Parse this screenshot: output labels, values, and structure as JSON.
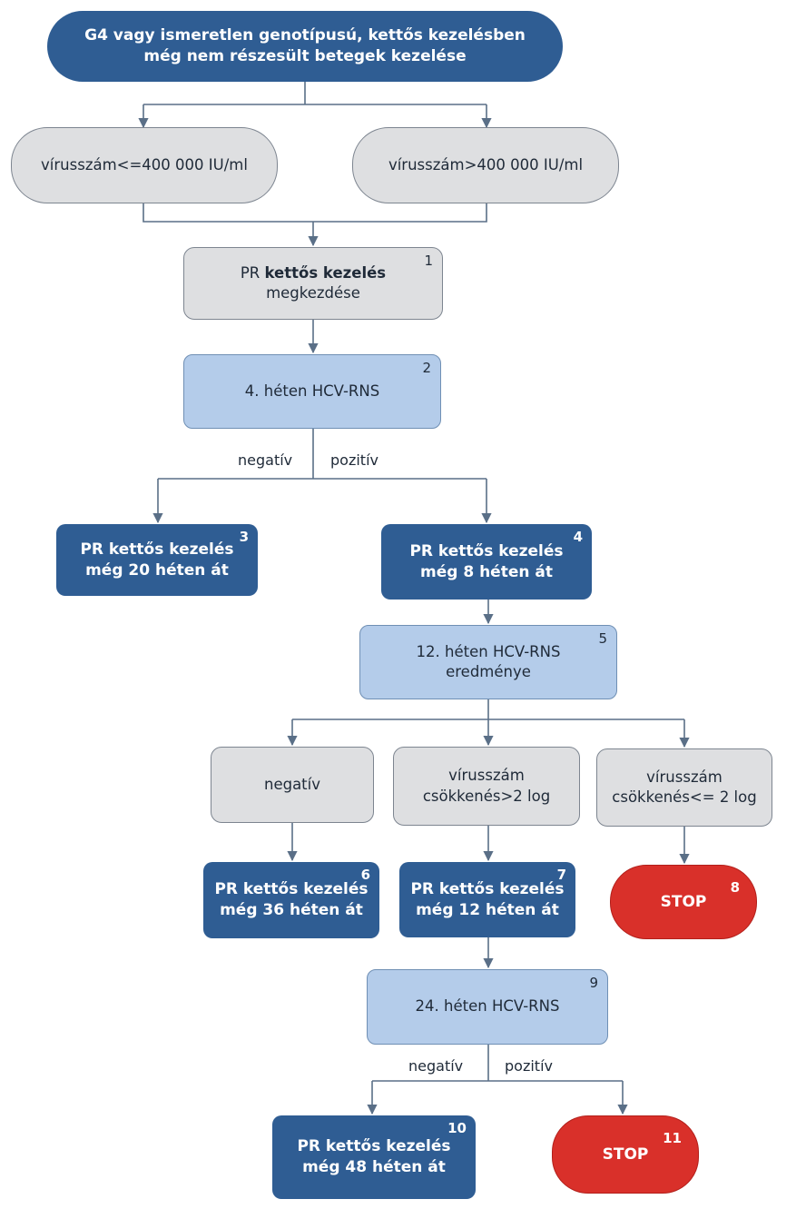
{
  "title": {
    "line1": "G4 vagy ismeretlen genotípusú, kettős kezelésben",
    "line2": "még nem részesült betegek kezelése"
  },
  "viral_low": "vírusszám<=400 000 IU/ml",
  "viral_high": "vírusszám>400 000 IU/ml",
  "steps": {
    "s1": {
      "num": "1",
      "prefix": "PR ",
      "bold": "kettős kezelés",
      "line2": "megkezdése"
    },
    "s2": {
      "num": "2",
      "text": "4. héten HCV-RNS"
    },
    "s3": {
      "num": "3",
      "line1": "PR kettős kezelés",
      "line2": "még 20 héten át"
    },
    "s4": {
      "num": "4",
      "line1": "PR kettős kezelés",
      "line2": "még 8 héten át"
    },
    "s5": {
      "num": "5",
      "line1": "12. héten HCV-RNS",
      "line2": "eredménye"
    },
    "s6": {
      "num": "6",
      "line1": "PR kettős kezelés",
      "line2": "még 36 héten át"
    },
    "s7": {
      "num": "7",
      "line1": "PR kettős kezelés",
      "line2": "még 12 héten át"
    },
    "s8": {
      "num": "8",
      "text": "STOP"
    },
    "s9": {
      "num": "9",
      "text": "24. héten HCV-RNS"
    },
    "s10": {
      "num": "10",
      "line1": "PR kettős kezelés",
      "line2": "még 48 héten át"
    },
    "s11": {
      "num": "11",
      "text": "STOP"
    }
  },
  "outcomes12": {
    "negative": "negatív",
    "decrease_gt": {
      "line1": "vírusszám",
      "line2": "csökkenés>2 log"
    },
    "decrease_le": {
      "line1": "vírusszám",
      "line2": "csökkenés<= 2 log"
    }
  },
  "branch_labels": {
    "wk4_negative": "negatív",
    "wk4_positive": "pozitív",
    "wk24_negative": "negatív",
    "wk24_positive": "pozitív"
  },
  "colors": {
    "dark_box": "#2f5d93",
    "light_box": "#b4ccea",
    "gray_box": "#dedfe1",
    "stop_box": "#d9302a",
    "connector": "#5a6f87"
  }
}
